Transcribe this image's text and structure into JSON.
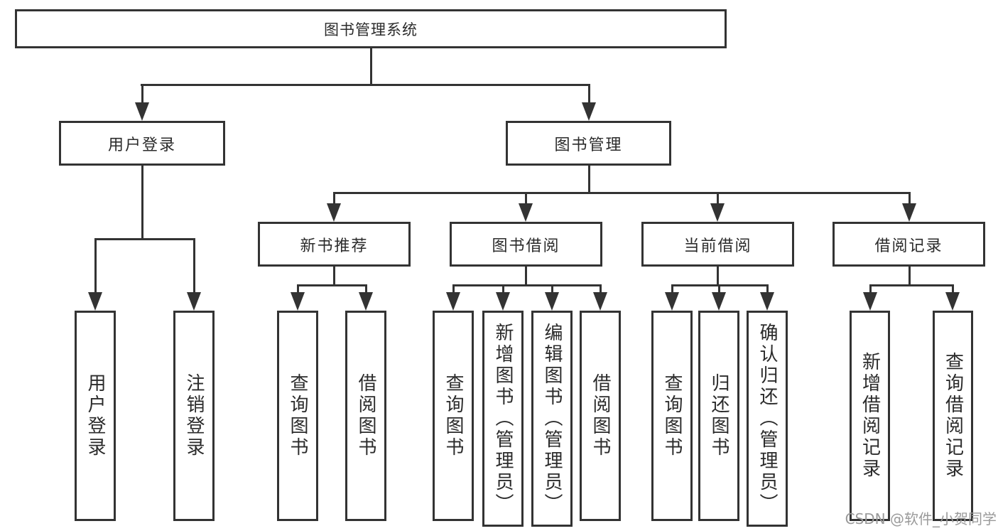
{
  "diagram": {
    "root": {
      "label": "图书管理系统"
    },
    "level2": {
      "user_login": {
        "label": "用户登录"
      },
      "book_management": {
        "label": "图书管理"
      }
    },
    "level3": {
      "new_book_recommendation": {
        "label": "新书推荐"
      },
      "book_borrowing": {
        "label": "图书借阅"
      },
      "current_borrowing": {
        "label": "当前借阅"
      },
      "borrowing_records": {
        "label": "借阅记录"
      }
    },
    "leaves": {
      "user_login": {
        "label": "用户登录"
      },
      "logout": {
        "label": "注销登录"
      },
      "recommend_query_books": {
        "label": "查询图书"
      },
      "recommend_borrow_books": {
        "label": "借阅图书"
      },
      "borrow_query_books": {
        "label": "查询图书"
      },
      "borrow_add_books_admin": {
        "label": "新增图书（管理员）"
      },
      "borrow_edit_books_admin": {
        "label": "编辑图书（管理员）"
      },
      "borrow_borrow_books": {
        "label": "借阅图书"
      },
      "current_query_books": {
        "label": "查询图书"
      },
      "current_return_books": {
        "label": "归还图书"
      },
      "current_confirm_return_admin": {
        "label": "确认归还（管理员）"
      },
      "records_add_record": {
        "label": "新增借阅记录"
      },
      "records_query_record": {
        "label": "查询借阅记录"
      }
    },
    "watermark": "CSDN @软件_小贺同学",
    "colors": {
      "line": "#333333",
      "text": "#2b2b2b",
      "watermark": "#9a9a9a",
      "background": "#ffffff"
    }
  }
}
